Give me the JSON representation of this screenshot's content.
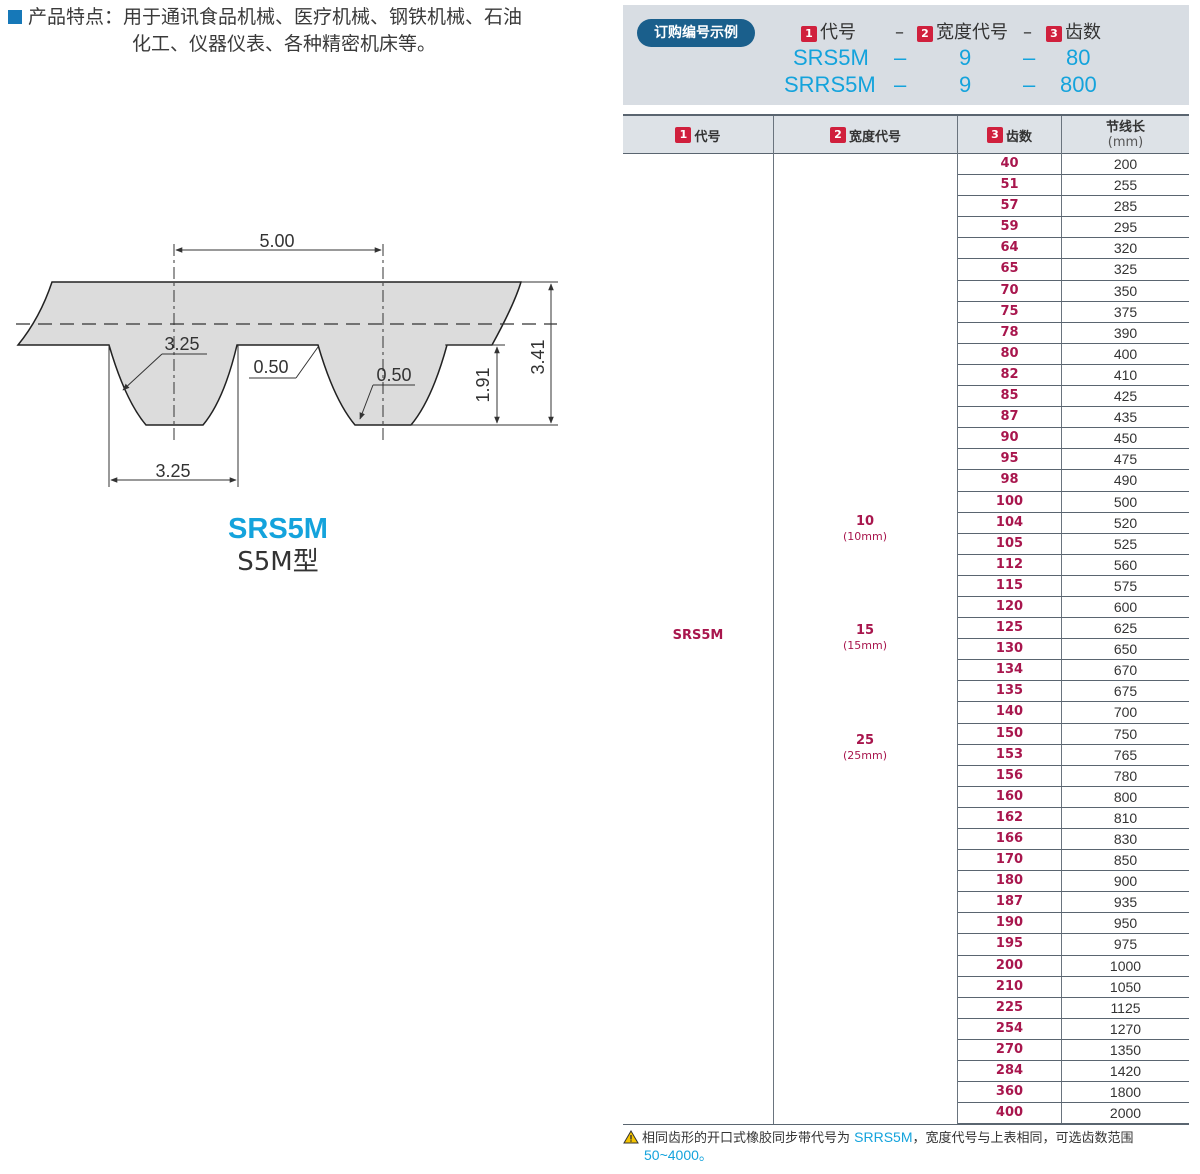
{
  "features": {
    "label": "产品特点：",
    "line1": "用于通讯食品机械、医疗机械、钢铁机械、石油",
    "line2": "化工、仪器仪表、各种精密机床等。"
  },
  "drawing": {
    "dim_pitch": "5.00",
    "dim_radius_left": "3.25",
    "dim_fillet_top": "0.50",
    "dim_fillet_right": "0.50",
    "dim_tooth_height": "1.91",
    "dim_total_height": "3.41",
    "dim_tooth_width": "3.25"
  },
  "model": {
    "name": "SRS5M",
    "subtitle": "S5M型"
  },
  "order_example": {
    "tag": "订购编号示例",
    "headers": [
      {
        "num": "1",
        "label": "代号"
      },
      {
        "num": "2",
        "label": "宽度代号"
      },
      {
        "num": "3",
        "label": "齿数"
      }
    ],
    "dash": "–",
    "rows": [
      {
        "code": "SRS5M",
        "width": "9",
        "teeth": "80"
      },
      {
        "code": "SRRS5M",
        "width": "9",
        "teeth": "800"
      }
    ]
  },
  "table": {
    "headers": {
      "code": {
        "num": "1",
        "label": "代号"
      },
      "width": {
        "num": "2",
        "label": "宽度代号"
      },
      "teeth": {
        "num": "3",
        "label": "齿数"
      },
      "pitch": {
        "label": "节线长",
        "unit": "(mm)"
      }
    },
    "code": "SRS5M",
    "widths": [
      {
        "w": "10",
        "mm": "(10mm)"
      },
      {
        "w": "15",
        "mm": "(15mm)"
      },
      {
        "w": "25",
        "mm": "(25mm)"
      }
    ],
    "rows": [
      {
        "t": "40",
        "p": "200"
      },
      {
        "t": "51",
        "p": "255"
      },
      {
        "t": "57",
        "p": "285"
      },
      {
        "t": "59",
        "p": "295"
      },
      {
        "t": "64",
        "p": "320"
      },
      {
        "t": "65",
        "p": "325"
      },
      {
        "t": "70",
        "p": "350"
      },
      {
        "t": "75",
        "p": "375"
      },
      {
        "t": "78",
        "p": "390"
      },
      {
        "t": "80",
        "p": "400"
      },
      {
        "t": "82",
        "p": "410"
      },
      {
        "t": "85",
        "p": "425"
      },
      {
        "t": "87",
        "p": "435"
      },
      {
        "t": "90",
        "p": "450"
      },
      {
        "t": "95",
        "p": "475"
      },
      {
        "t": "98",
        "p": "490"
      },
      {
        "t": "100",
        "p": "500"
      },
      {
        "t": "104",
        "p": "520"
      },
      {
        "t": "105",
        "p": "525"
      },
      {
        "t": "112",
        "p": "560"
      },
      {
        "t": "115",
        "p": "575"
      },
      {
        "t": "120",
        "p": "600"
      },
      {
        "t": "125",
        "p": "625"
      },
      {
        "t": "130",
        "p": "650"
      },
      {
        "t": "134",
        "p": "670"
      },
      {
        "t": "135",
        "p": "675"
      },
      {
        "t": "140",
        "p": "700"
      },
      {
        "t": "150",
        "p": "750"
      },
      {
        "t": "153",
        "p": "765"
      },
      {
        "t": "156",
        "p": "780"
      },
      {
        "t": "160",
        "p": "800"
      },
      {
        "t": "162",
        "p": "810"
      },
      {
        "t": "166",
        "p": "830"
      },
      {
        "t": "170",
        "p": "850"
      },
      {
        "t": "180",
        "p": "900"
      },
      {
        "t": "187",
        "p": "935"
      },
      {
        "t": "190",
        "p": "950"
      },
      {
        "t": "195",
        "p": "975"
      },
      {
        "t": "200",
        "p": "1000"
      },
      {
        "t": "210",
        "p": "1050"
      },
      {
        "t": "225",
        "p": "1125"
      },
      {
        "t": "254",
        "p": "1270"
      },
      {
        "t": "270",
        "p": "1350"
      },
      {
        "t": "284",
        "p": "1420"
      },
      {
        "t": "360",
        "p": "1800"
      },
      {
        "t": "400",
        "p": "2000"
      }
    ]
  },
  "note": {
    "prefix": "相同齿形的开口式橡胶同步带代号为 ",
    "highlight": "SRRS5M",
    "suffix": "，宽度代号与上表相同，可选齿数范围",
    "range": "50~4000。"
  },
  "colors": {
    "accent_blue": "#14a3dc",
    "code_red": "#a8164d",
    "badge_red": "#d0203d",
    "tag_navy": "#1a5f8c",
    "panel_gray": "#d8dde3"
  }
}
